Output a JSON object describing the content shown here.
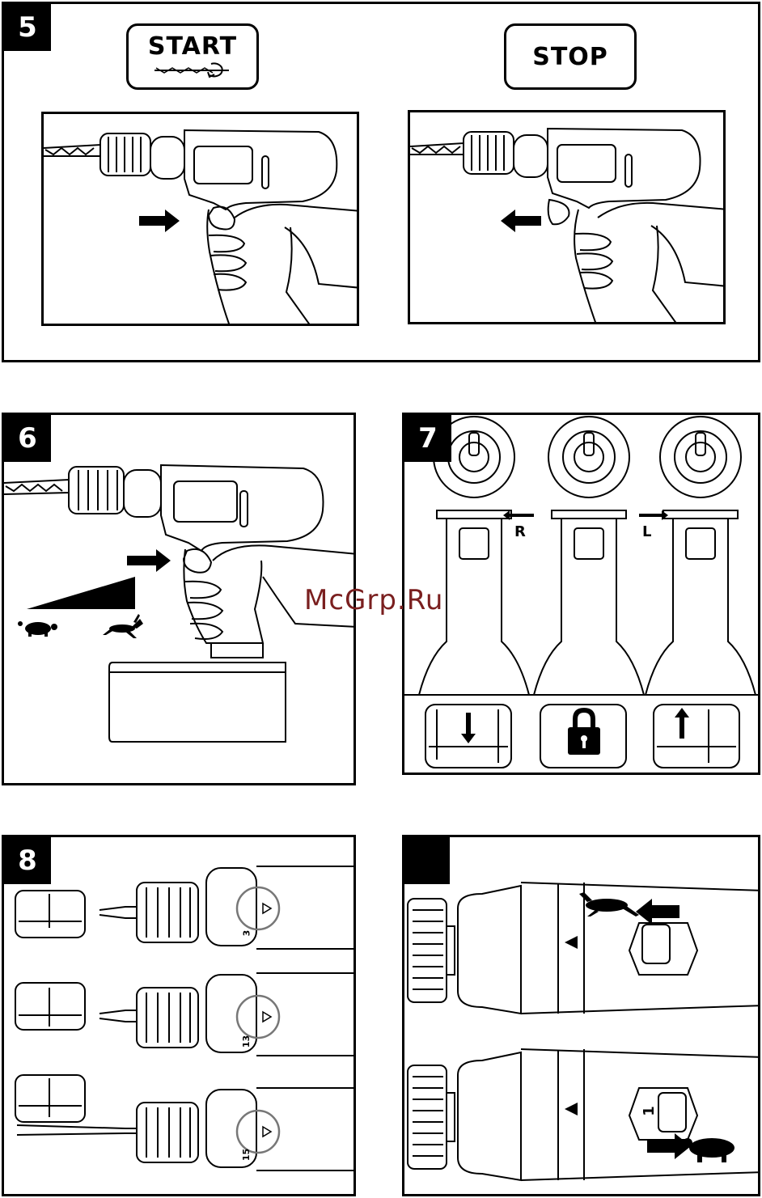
{
  "panels": {
    "p5": {
      "number": "5",
      "start_label": "START",
      "stop_label": "STOP"
    },
    "p6": {
      "number": "6"
    },
    "p7": {
      "number": "7",
      "right_label": "R",
      "left_label": "L"
    },
    "p8": {
      "number": "8",
      "settings": [
        "3",
        "13",
        "15"
      ]
    },
    "p9": {
      "number": "",
      "low_gear": "1"
    }
  },
  "watermark": "McGrp.Ru"
}
